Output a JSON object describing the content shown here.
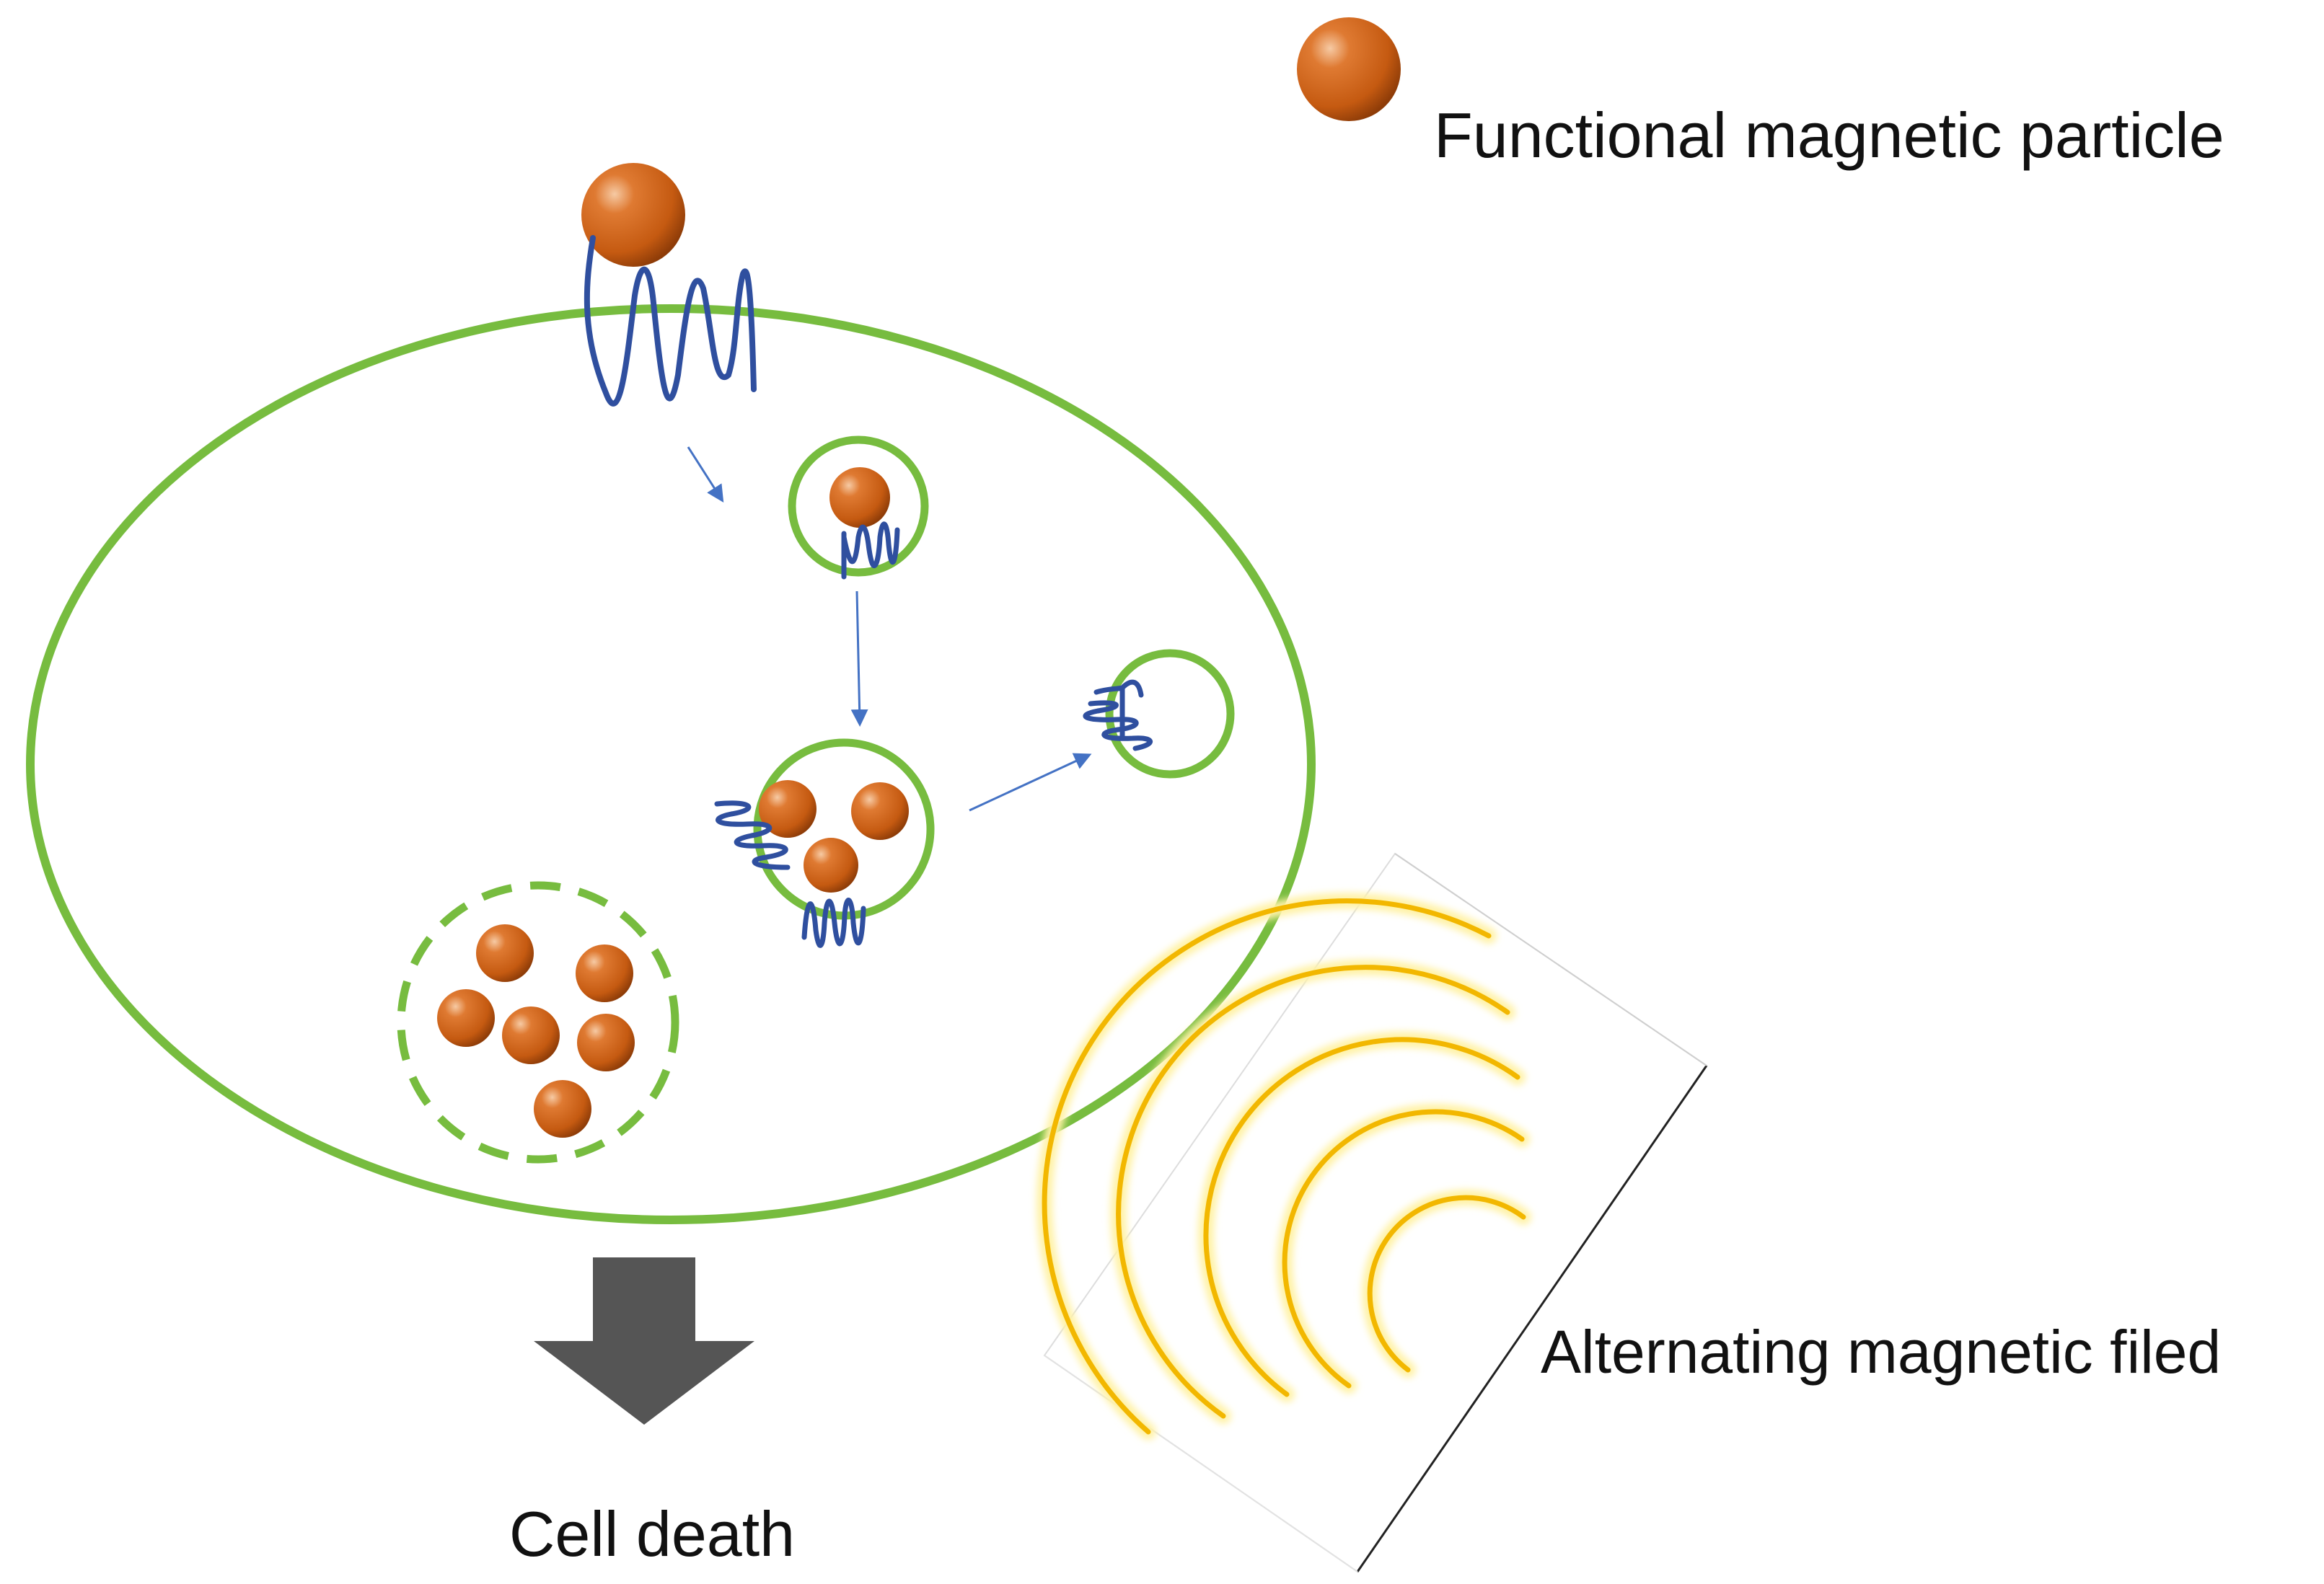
{
  "labels": {
    "legend_particle": "Functional magnetic particle",
    "field": "Alternating magnetic filed",
    "outcome": "Cell death"
  },
  "colors": {
    "membrane": "#77bc3f",
    "particle": "#c55a11",
    "particle_highlight": "#f4c9a6",
    "receptor": "#2f4f9f",
    "arrow": "#4472c4",
    "field_wave": "#f2b700",
    "big_arrow": "#555555"
  },
  "icons": {
    "particle": "sphere-icon",
    "receptor": "coil-icon",
    "outcome_arrow": "down-arrow-icon"
  }
}
